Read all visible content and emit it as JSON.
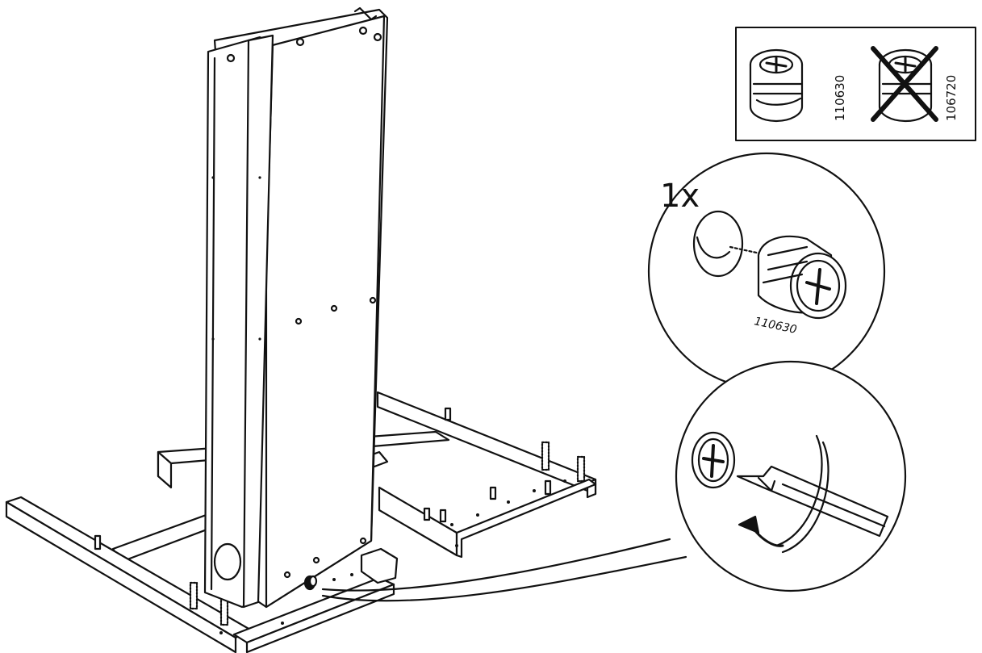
{
  "qty": "1x",
  "parts": {
    "correct_part_number": "110630",
    "wrong_part_number": "106720",
    "detail_part_number": "110630"
  },
  "colors": {
    "ink": "#111111",
    "paper": "#ffffff"
  },
  "icons": {
    "correct_part": "cam-lock-icon",
    "wrong_part": "crossed-cam-lock-icon",
    "tool": "screwdriver-icon",
    "rotate": "rotation-arrow-icon"
  }
}
